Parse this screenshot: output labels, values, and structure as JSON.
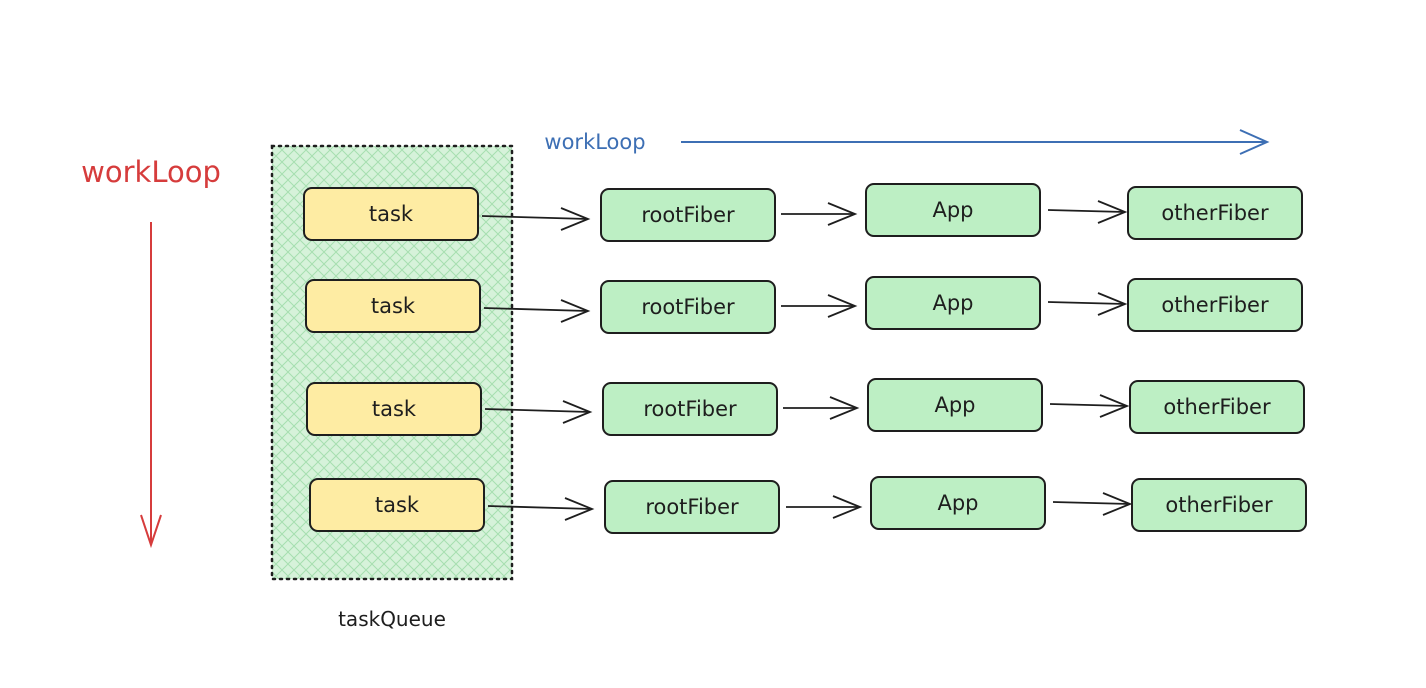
{
  "vertical_loop": {
    "label": "workLoop",
    "color": "#d63c3c"
  },
  "horizontal_loop": {
    "label": "workLoop",
    "color": "#3d6fb4"
  },
  "queue": {
    "label": "taskQueue",
    "fill": "#c5eccb",
    "hatch": "#9fdcaa"
  },
  "colors": {
    "task_fill": "#feeca3",
    "fiber_fill": "#bdefc4",
    "stroke": "#1e1e1e"
  },
  "rows": [
    {
      "task": "task",
      "root": "rootFiber",
      "app": "App",
      "other": "otherFiber"
    },
    {
      "task": "task",
      "root": "rootFiber",
      "app": "App",
      "other": "otherFiber"
    },
    {
      "task": "task",
      "root": "rootFiber",
      "app": "App",
      "other": "otherFiber"
    },
    {
      "task": "task",
      "root": "rootFiber",
      "app": "App",
      "other": "otherFiber"
    }
  ]
}
